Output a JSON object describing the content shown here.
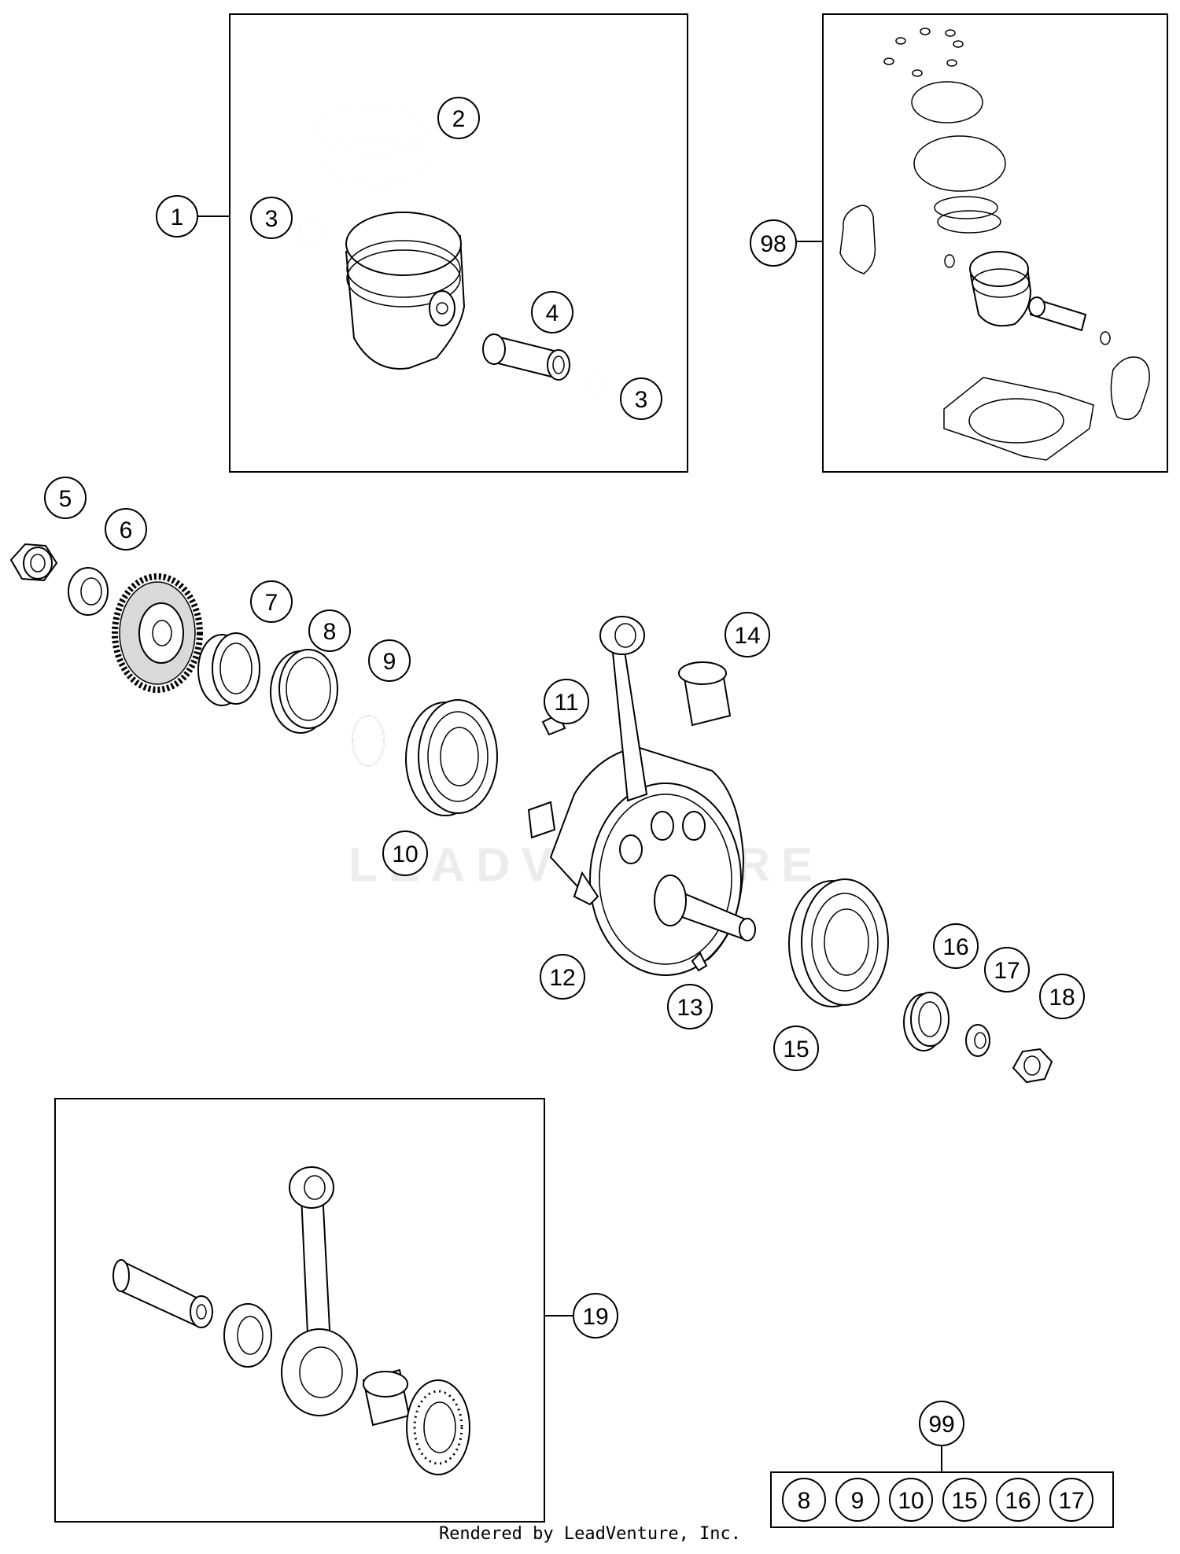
{
  "callouts": {
    "c1": "1",
    "c2": "2",
    "c3a": "3",
    "c3b": "3",
    "c4": "4",
    "c5": "5",
    "c6": "6",
    "c7": "7",
    "c8": "8",
    "c9": "9",
    "c10": "10",
    "c11": "11",
    "c12": "12",
    "c13": "13",
    "c14": "14",
    "c15": "15",
    "c16": "16",
    "c17": "17",
    "c18": "18",
    "c19": "19",
    "c98": "98",
    "c99": "99"
  },
  "kit99": [
    "8",
    "9",
    "10",
    "15",
    "16",
    "17"
  ],
  "watermark": "LEADVENTURE",
  "footer": "Rendered by LeadVenture, Inc."
}
